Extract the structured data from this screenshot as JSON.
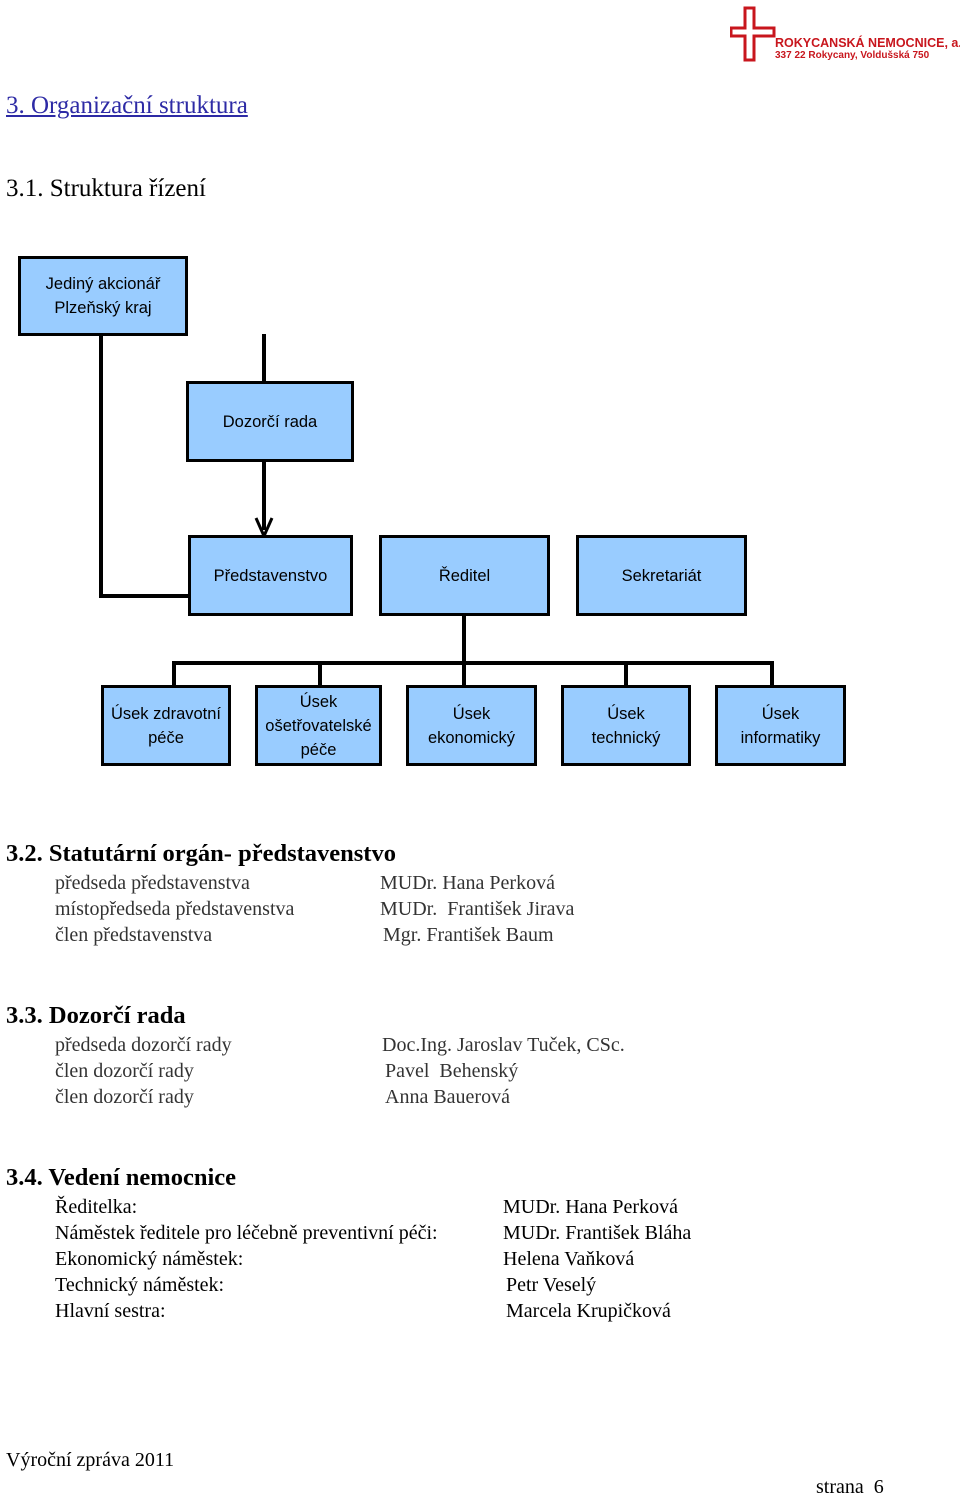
{
  "header": {
    "org_name": "ROKYCANSKÁ NEMOCNICE, a.s.",
    "org_address": "337 22 Rokycany, Voldušská 750"
  },
  "title": "3. Organizační struktura",
  "section_31": {
    "title": "3.1. Struktura řízení"
  },
  "org_chart": {
    "shareholder": "Jediný akcionář\nPlzeňský kraj",
    "supervisory_board": "Dozorčí rada",
    "board": "Představenstvo",
    "director": "Ředitel",
    "secretariat": "Sekretariát",
    "departments": [
      "Úsek zdravotní\npéče",
      "Úsek\nošetřovatelské\npéče",
      "Úsek ekonomický",
      "Úsek\ntechnický",
      "Úsek\ninformatiky"
    ]
  },
  "section_32": {
    "title": "3.2. Statutární orgán- představenstvo",
    "rows": [
      {
        "role": "předseda představenstva",
        "name": "MUDr. Hana Perková"
      },
      {
        "role": "místopředseda představenstva",
        "name": "MUDr.  František Jirava"
      },
      {
        "role": "člen představenstva",
        "name": "Mgr. František Baum"
      }
    ]
  },
  "section_33": {
    "title": "3.3. Dozorčí rada",
    "rows": [
      {
        "role": "předseda dozorčí rady",
        "name": "Doc.Ing. Jaroslav Tuček, CSc."
      },
      {
        "role": "člen dozorčí rady",
        "name": "Pavel  Behenský"
      },
      {
        "role": "člen dozorčí rady",
        "name": "Anna Bauerová"
      }
    ]
  },
  "section_34": {
    "title": "3.4. Vedení nemocnice",
    "rows": [
      {
        "role": "Ředitelka:",
        "name": "MUDr. Hana Perková"
      },
      {
        "role": "Náměstek ředitele pro léčebně preventivní péči:",
        "name": "MUDr. František Bláha"
      },
      {
        "role": "Ekonomický náměstek:",
        "name": "Helena Vaňková"
      },
      {
        "role": "Technický náměstek:",
        "name": "Petr Veselý"
      },
      {
        "role": "Hlavní sestra:",
        "name": "Marcela Krupičková"
      }
    ]
  },
  "footer": {
    "report": "Výroční zpráva 2011",
    "page": "strana  6"
  }
}
